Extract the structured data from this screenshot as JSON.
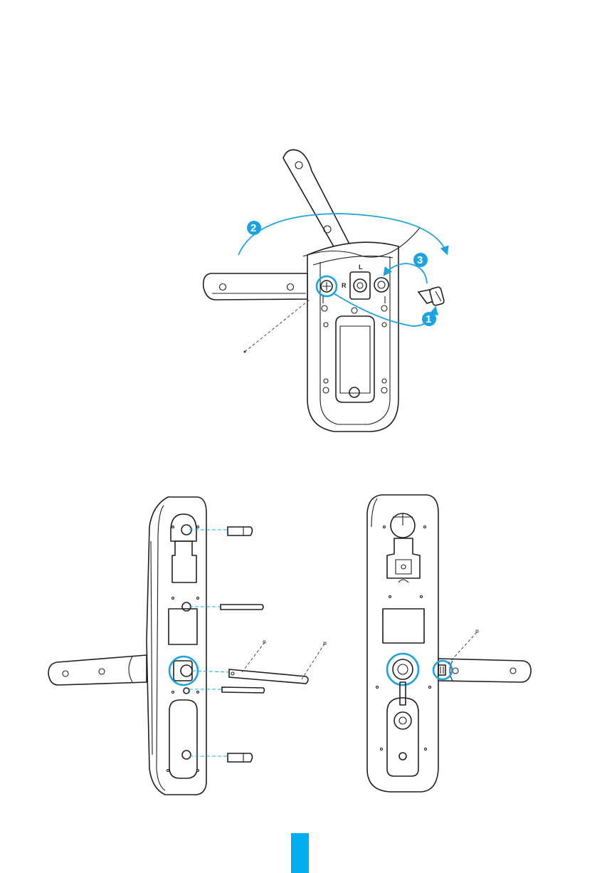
{
  "figure1": {
    "steps": [
      "1",
      "2",
      "3"
    ],
    "direction_labels": {
      "left": "L",
      "right": "R"
    }
  },
  "colors": {
    "accent": "#1aa3e0",
    "line": "#1f1f1f",
    "page_tab": "#00aeef"
  },
  "icons": [
    "handle",
    "lock-body",
    "screw",
    "spindle",
    "callout-circle",
    "arrow"
  ]
}
